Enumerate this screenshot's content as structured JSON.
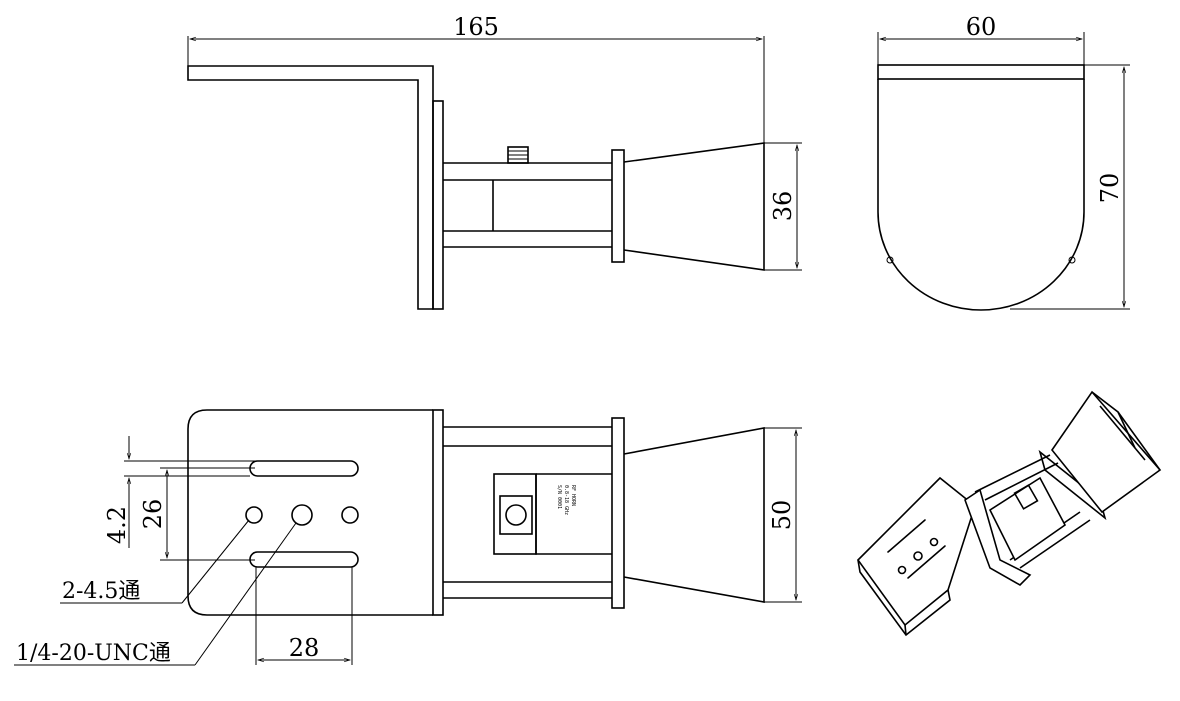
{
  "dimensions": {
    "overall_length": "165",
    "width": "60",
    "height": "70",
    "aperture_height": "36",
    "aperture_width": "50",
    "slot_spacing": "26",
    "slot_width": "4.2",
    "slot_length": "28"
  },
  "callouts": {
    "through_holes": "2-4.5通",
    "threaded_hole": "1/4-20-UNC通"
  },
  "colors": {
    "line": "#000000",
    "background": "#ffffff"
  }
}
